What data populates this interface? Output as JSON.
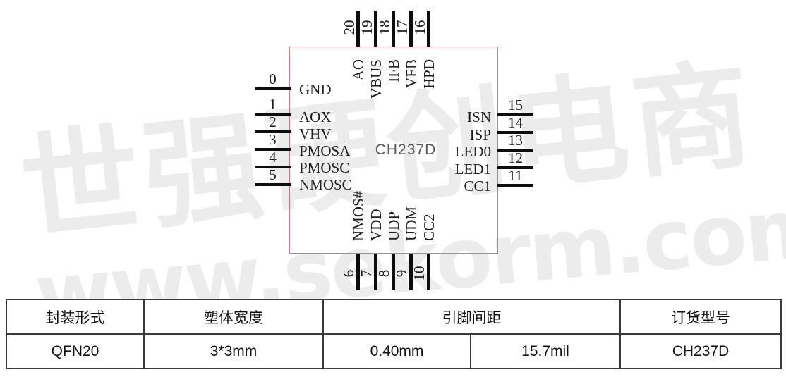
{
  "watermark": {
    "line1": "世强硬创电商",
    "line2": "www.sekorm.com"
  },
  "chip": {
    "part_number": "CH237D",
    "left_pins": [
      {
        "num": "0",
        "name": "GND"
      },
      {
        "num": "1",
        "name": "AOX"
      },
      {
        "num": "2",
        "name": "VHV"
      },
      {
        "num": "3",
        "name": "PMOSA"
      },
      {
        "num": "4",
        "name": "PMOSC"
      },
      {
        "num": "5",
        "name": "NMOSC"
      }
    ],
    "right_pins": [
      {
        "num": "15",
        "name": "ISN"
      },
      {
        "num": "14",
        "name": "ISP"
      },
      {
        "num": "13",
        "name": "LED0"
      },
      {
        "num": "12",
        "name": "LED1"
      },
      {
        "num": "11",
        "name": "CC1"
      }
    ],
    "top_pins": [
      {
        "num": "20",
        "name": "AO"
      },
      {
        "num": "19",
        "name": "VBUS"
      },
      {
        "num": "18",
        "name": "IFB"
      },
      {
        "num": "17",
        "name": "VFB"
      },
      {
        "num": "16",
        "name": "HPD"
      }
    ],
    "bottom_pins": [
      {
        "num": "6",
        "name": "NMOS#"
      },
      {
        "num": "7",
        "name": "VDD"
      },
      {
        "num": "8",
        "name": "UDP"
      },
      {
        "num": "9",
        "name": "UDM"
      },
      {
        "num": "10",
        "name": "CC2"
      }
    ]
  },
  "colors": {
    "chip_border": "#c3808a",
    "watermark": "#ececec",
    "table_border": "#3b3b3b",
    "pin_line": "#0d0d0d"
  },
  "table": {
    "headers": {
      "package_form": "封装形式",
      "body_width": "塑体宽度",
      "pin_pitch": "引脚间距",
      "order_model": "订货型号"
    },
    "row": {
      "package_form": "QFN20",
      "body_width": "3*3mm",
      "pitch_mm": "0.40mm",
      "pitch_mil": "15.7mil",
      "order_model": "CH237D"
    }
  }
}
